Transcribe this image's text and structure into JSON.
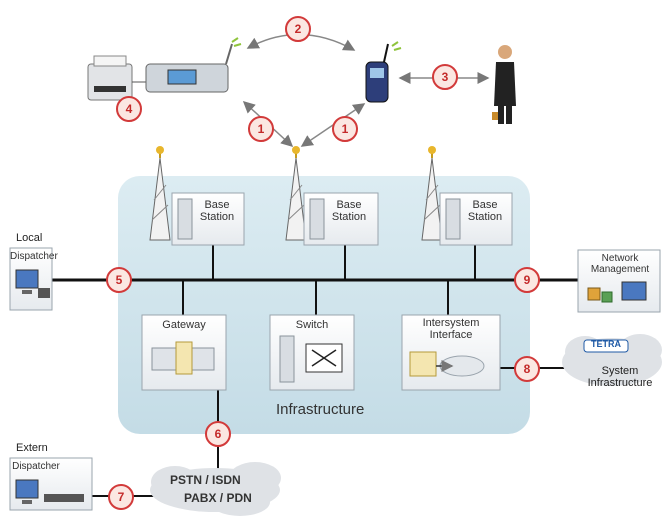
{
  "infrastructure_label": "Infrastructure",
  "base_stations": [
    {
      "label": "Base Station"
    },
    {
      "label": "Base Station"
    },
    {
      "label": "Base Station"
    }
  ],
  "nodes": {
    "gateway": "Gateway",
    "switch": "Switch",
    "intersystem_interface": "Intersystem Interface",
    "local_dispatcher_caption": "Local",
    "local_dispatcher_box": "Dispatcher",
    "extern_dispatcher_caption": "Extern",
    "extern_dispatcher_box": "Dispatcher",
    "network_management": "Network Management",
    "system_infrastructure": "System Infrastructure",
    "pstn_line1": "PSTN / ISDN",
    "pstn_line2": "PABX / PDN",
    "cloud_logo": "TETRA"
  },
  "interfaces": [
    "1",
    "1",
    "2",
    "3",
    "4",
    "5",
    "6",
    "7",
    "8",
    "9"
  ],
  "colors": {
    "infrastructure_bg": "#cfe4ec",
    "badge_border": "#d23a3a",
    "badge_fill": "#fbe7e2",
    "bus_line": "#111111",
    "cloud": "#dfe2e6",
    "logo_blue": "#1f5aa6"
  }
}
